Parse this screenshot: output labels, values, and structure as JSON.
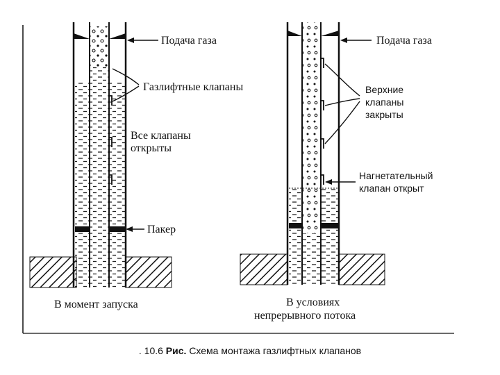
{
  "left_diagram": {
    "gas_supply": "Подача газа",
    "gaslift_valves": "Газлифтные клапаны",
    "all_valves_open": [
      "Все клапаны",
      "открыты"
    ],
    "packer": "Пакер",
    "caption": "В момент запуска"
  },
  "right_diagram": {
    "gas_supply": "Подача газа",
    "upper_valves_closed": [
      "Верхние",
      "клапаны",
      "закрыты"
    ],
    "injection_valve_open": [
      "Нагнетательный",
      "клапан открыт"
    ],
    "caption": [
      "В условиях",
      "непрерывного потока"
    ]
  },
  "figure_caption": {
    "prefix": ". 10.6",
    "bold": "Рис.",
    "text": "Схема монтажа газлифтных клапанов"
  }
}
